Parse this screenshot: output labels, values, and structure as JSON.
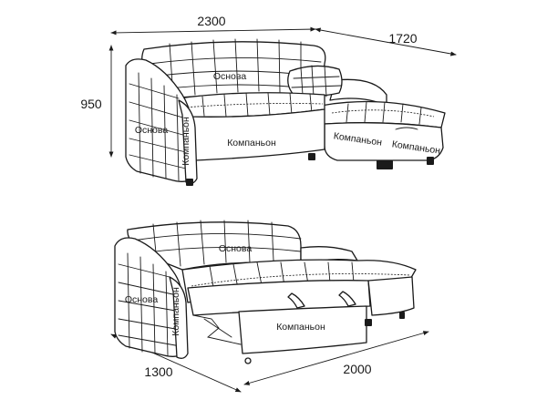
{
  "dimensions": {
    "top_width": "2300",
    "top_depth": "1720",
    "height": "950",
    "bottom_depth": "1300",
    "bottom_length": "2000"
  },
  "labels": {
    "base": "Основа",
    "companion": "Компаньон"
  },
  "colors": {
    "line": "#1a1a1a",
    "background": "#ffffff"
  }
}
